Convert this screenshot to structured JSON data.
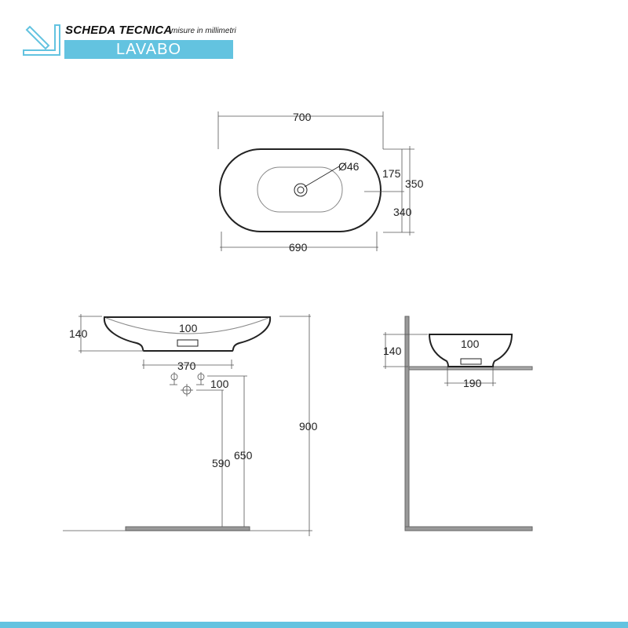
{
  "header": {
    "title": "SCHEDA TECNICA",
    "subtitle": "misure in millimetri",
    "product": "LAVABO",
    "icon": "ruler-pencil-icon",
    "accent": "#63c3e0"
  },
  "top_view": {
    "width_outer": "700",
    "width_inner": "690",
    "drain": "Ø46",
    "half_depth": "175",
    "depth_outer": "350",
    "depth_inner": "340"
  },
  "front_view": {
    "height": "140",
    "basin": "100",
    "supply_spacing": "370",
    "drain_offset": "100",
    "supply_height": "590",
    "drain_height": "650",
    "counter_height": "900"
  },
  "side_view": {
    "height": "140",
    "basin": "100",
    "drain_offset": "190"
  }
}
